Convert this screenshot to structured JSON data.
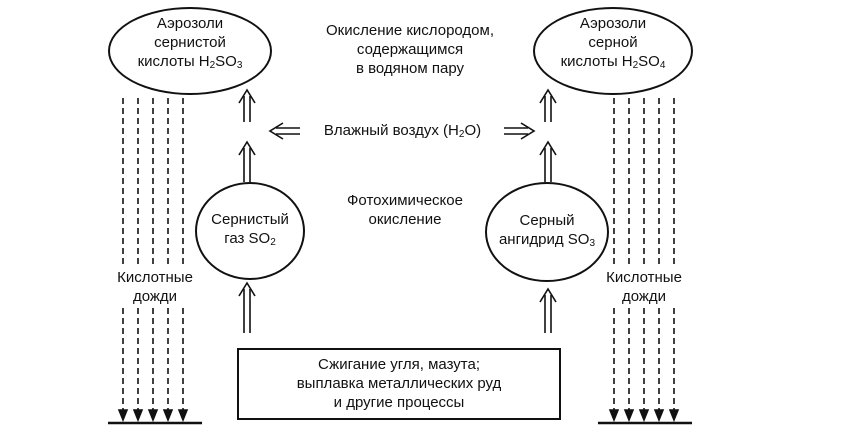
{
  "diagram": {
    "aerosol_h2so3": {
      "line1": "Аэрозоли",
      "line2": "сернистой",
      "line3_prefix": "кислоты H",
      "sub1": "2",
      "mid": "SO",
      "sub2": "3"
    },
    "aerosol_h2so4": {
      "line1": "Аэрозоли",
      "line2": "серной",
      "line3_prefix": "кислоты H",
      "sub1": "2",
      "mid": "SO",
      "sub2": "4"
    },
    "oxidation_note": {
      "line1": "Окисление кислородом,",
      "line2": "содержащимся",
      "line3": "в водяном пару"
    },
    "humid_air": {
      "prefix": "Влажный воздух (H",
      "sub": "2",
      "suffix": "O)"
    },
    "so2_gas": {
      "line1": "Сернистый",
      "line2_prefix": "газ SO",
      "sub": "2"
    },
    "so3_anhydride": {
      "line1": "Серный",
      "line2_prefix": "ангидрид SO",
      "sub": "3"
    },
    "photochem_note": {
      "line1": "Фотохимическое",
      "line2": "окисление"
    },
    "acid_rain_left": {
      "line1": "Кислотные",
      "line2": "дожди"
    },
    "acid_rain_right": {
      "line1": "Кислотные",
      "line2": "дожди"
    },
    "source_box": {
      "line1": "Сжигание угля, мазута;",
      "line2": "выплавка металлических руд",
      "line3": "и другие процессы"
    }
  }
}
